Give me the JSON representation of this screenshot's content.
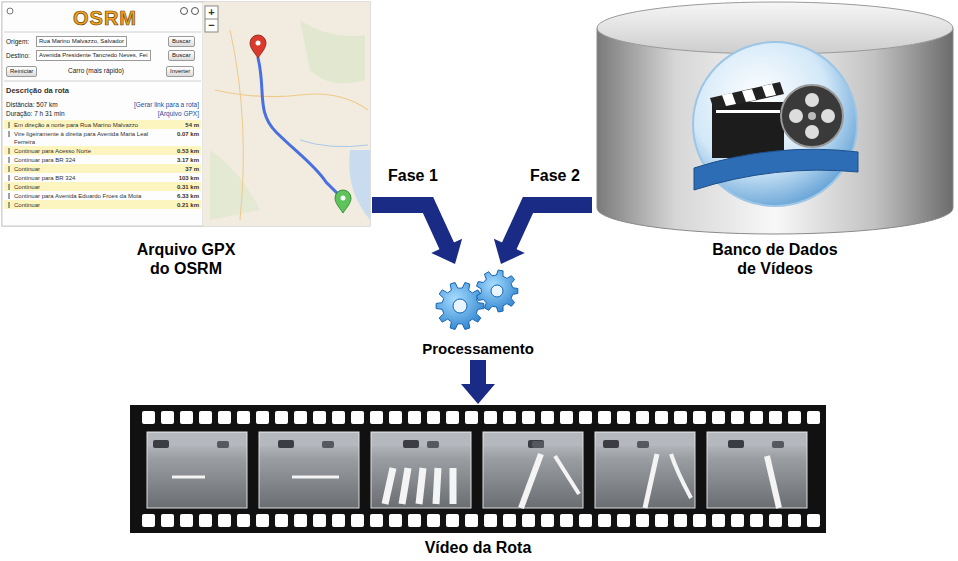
{
  "diagram": {
    "nodes": [
      {
        "text": [
          "Arquivo GPX do OSRM"
        ]
      },
      {
        "text": [
          "Banco de Dados de Vídeos"
        ]
      },
      {
        "text": [
          "Processamento"
        ]
      },
      {
        "text": [
          "Vídeo da Rota"
        ]
      }
    ],
    "edges": [
      {
        "from": 0,
        "to": 2,
        "arrow": "to",
        "label": "Fase 1"
      },
      {
        "from": 1,
        "to": 2,
        "arrow": "to",
        "label": "Fase 2"
      },
      {
        "from": 2,
        "to": 3,
        "arrow": "to"
      }
    ],
    "labels": [
      "OSRM",
      "Origem:",
      "Rua Marino Malvazzo, Salvador",
      "Buscar",
      "Destino:",
      "Avenida Presidente Tancredo Neves, Fei",
      "Buscar",
      "Reiniciar",
      "Carro (mais rápido)",
      "Inverter",
      "Descrição da rota",
      "Distância: 507 km",
      "Duração: 7 h 31 min",
      "[Gerar link para a rota]",
      "[Arquivo GPX]",
      "Em direção a norte para Rua Marino Malvazzo",
      "54 m",
      "Vire ligeiramente à direita para Avenida Maria Leal Ferreira",
      "0.07 km",
      "Continuar para Acesso Norte",
      "0.53 km",
      "Continuar para BR 324",
      "3.17 km",
      "Continuar",
      "37 m",
      "Continuar para BR 324",
      "103 km",
      "Continuar",
      "0.31 km",
      "Continuar para Avenida Eduardo Froes da Mota",
      "6.33 km",
      "Continuar",
      "0.21 km",
      "+",
      "−"
    ]
  }
}
